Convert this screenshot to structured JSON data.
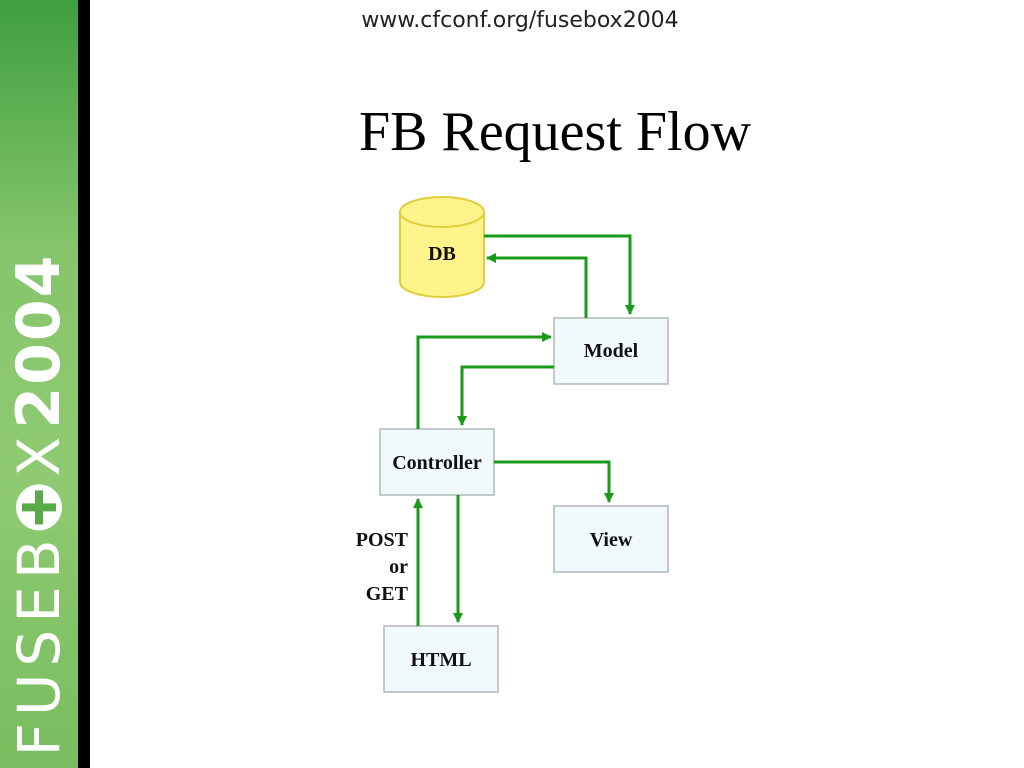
{
  "header": {
    "url": "www.cfconf.org/fusebox2004",
    "title": "FB Request Flow"
  },
  "sidebar": {
    "logo_text": "FUSEB",
    "logo_x": "X",
    "logo_year": "2004"
  },
  "diagram": {
    "nodes": {
      "db": "DB",
      "model": "Model",
      "controller": "Controller",
      "view": "View",
      "html": "HTML"
    },
    "request_label": [
      "POST",
      "or",
      "GET"
    ]
  },
  "colors": {
    "arrow": "#1a9a1a",
    "box_fill": "#f0fafc",
    "box_border": "#b0b8ba",
    "db_fill": "#fff48c",
    "db_border": "#e0cd3a",
    "sidebar": "#86c56c"
  }
}
